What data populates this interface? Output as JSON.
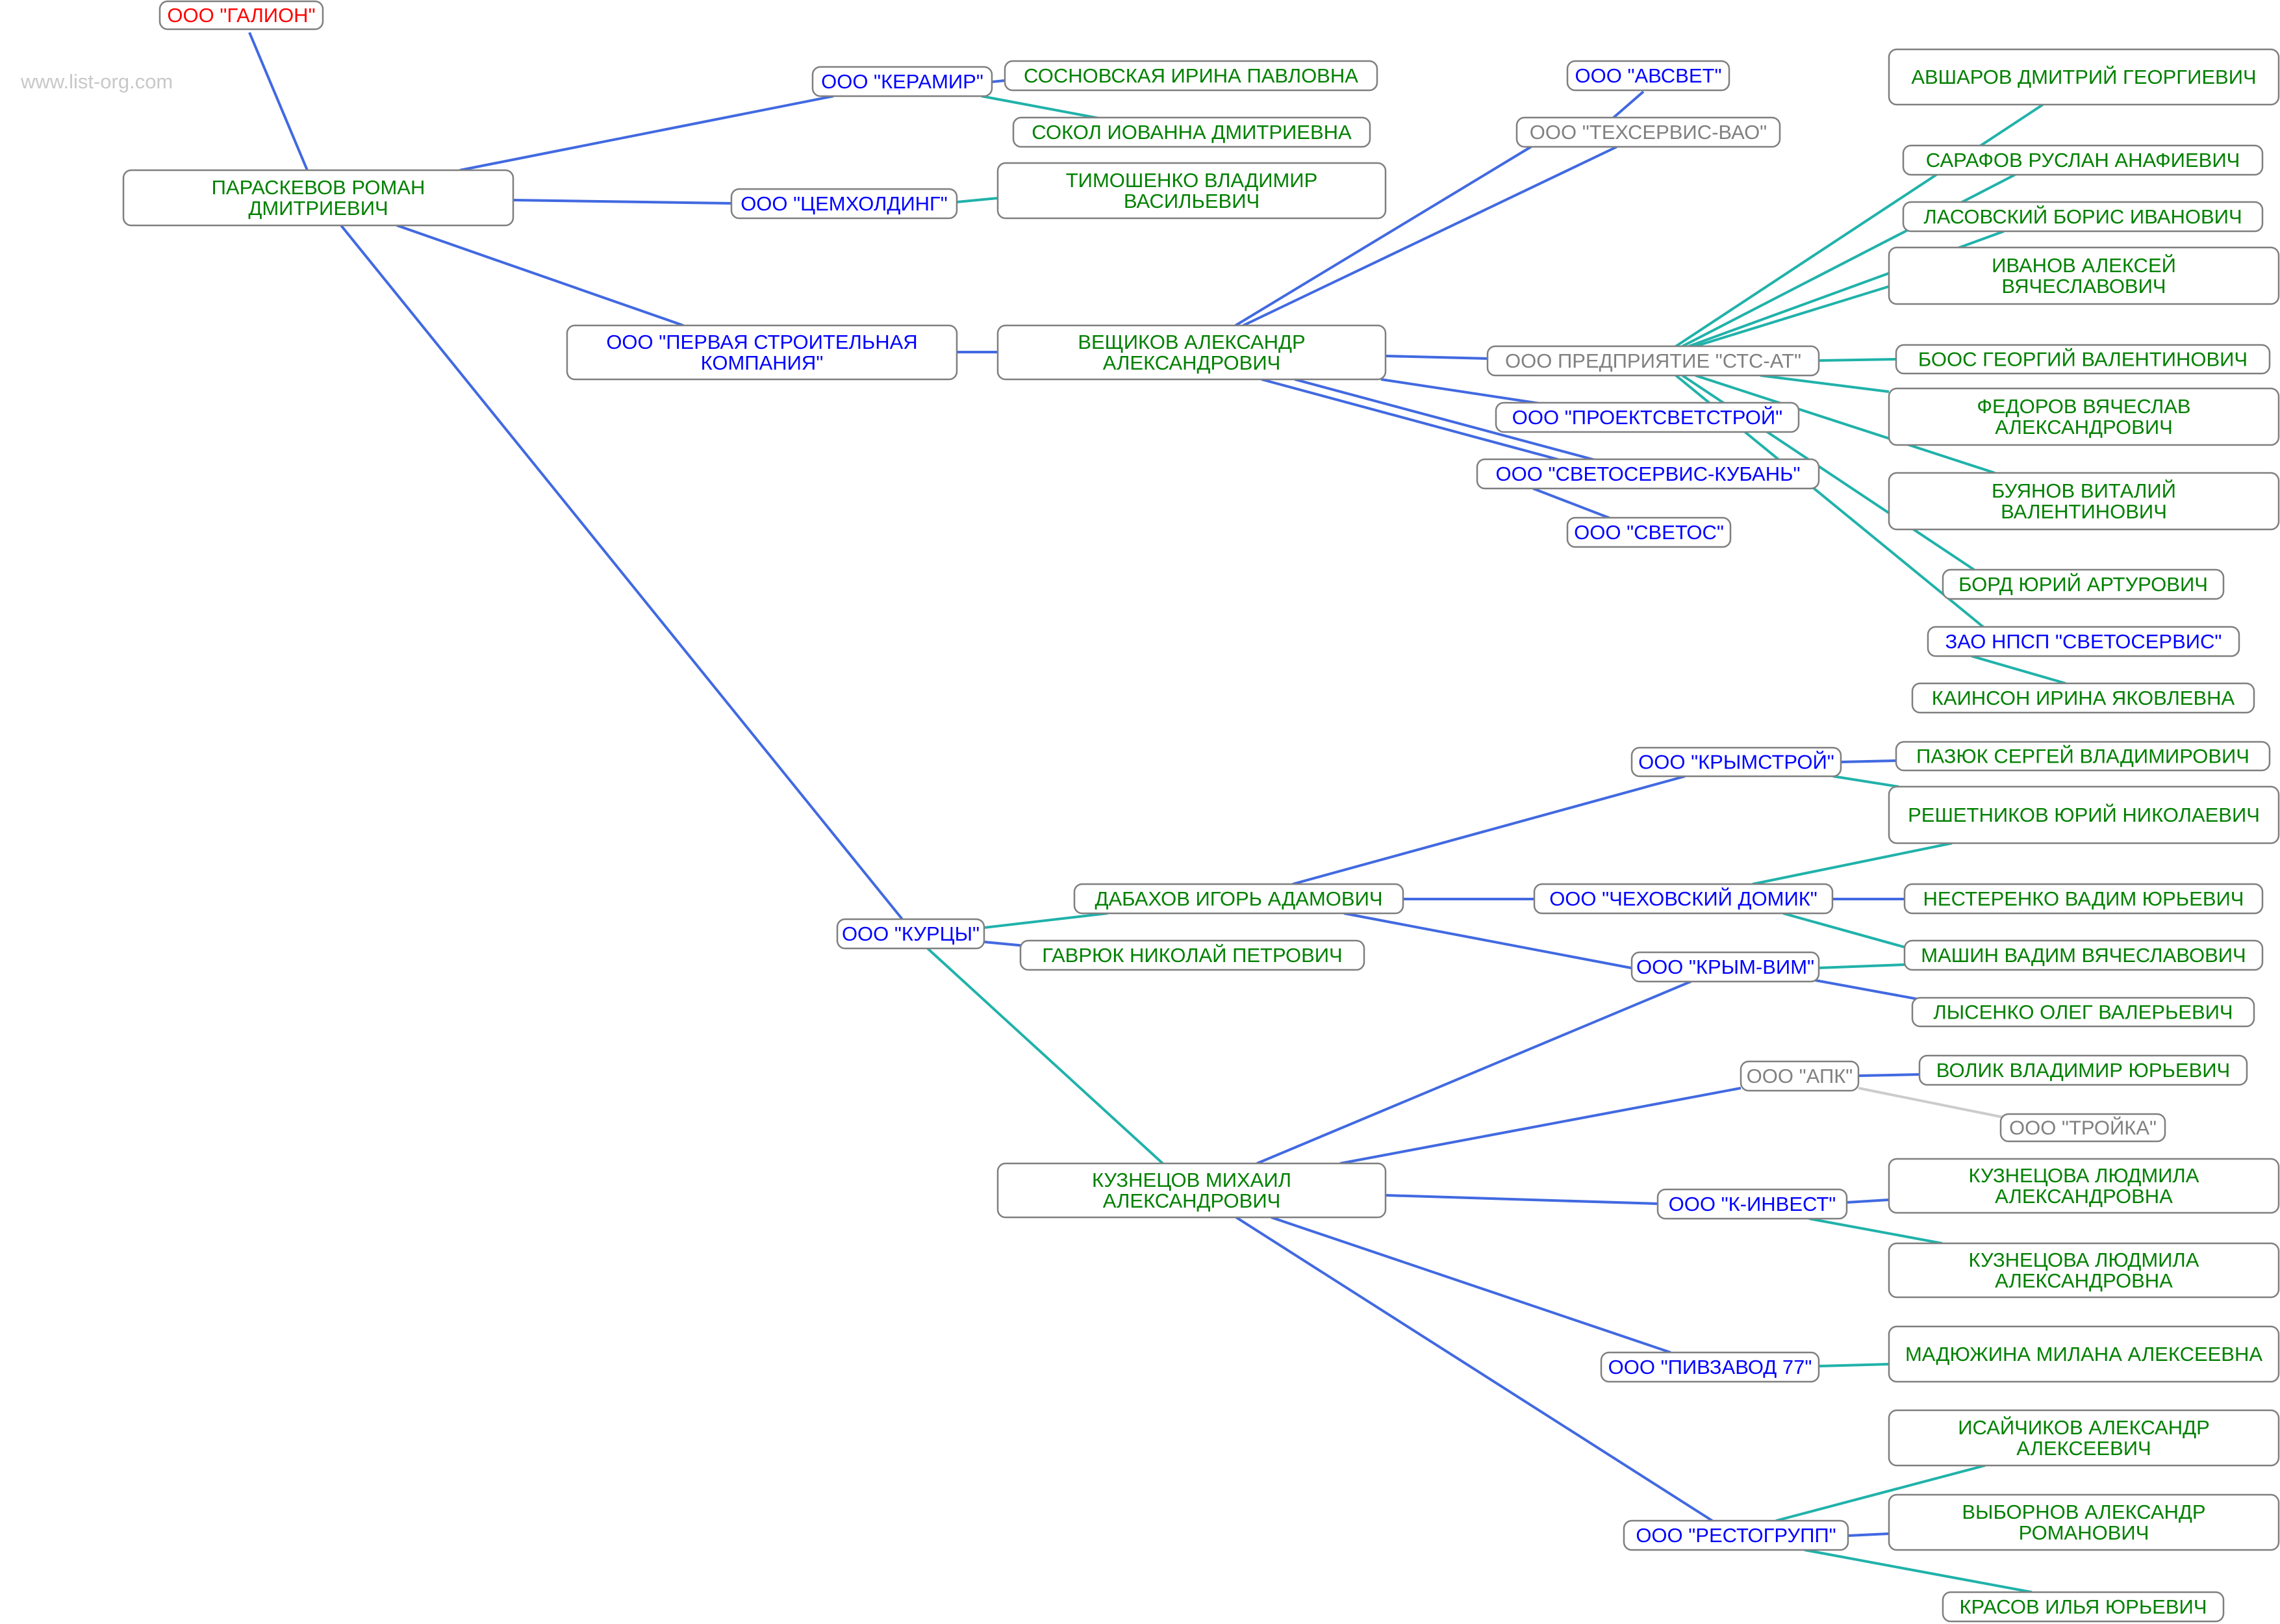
{
  "watermark": "www.list-org.com",
  "colors": {
    "person": "#008000",
    "company_active": "#0000ff",
    "company_inactive": "#808080",
    "company_root": "#ff0000",
    "edge_founder": "#4169e1",
    "edge_director": "#20b2aa",
    "edge_inactive": "#cccccc"
  },
  "nodes": [
    {
      "id": "galion",
      "kind": "company_root",
      "lines": [
        "ООО \"ГАЛИОН\""
      ]
    },
    {
      "id": "paraskevov",
      "kind": "person",
      "lines": [
        "ПАРАСКЕВОВ РОМАН",
        "ДМИТРИЕВИЧ"
      ]
    },
    {
      "id": "keramir",
      "kind": "company_active",
      "lines": [
        "ООО \"КЕРАМИР\""
      ]
    },
    {
      "id": "sosnovskaya",
      "kind": "person",
      "lines": [
        "СОСНОВСКАЯ ИРИНА ПАВЛОВНА"
      ]
    },
    {
      "id": "sokol",
      "kind": "person",
      "lines": [
        "СОКОЛ ИОВАННА ДМИТРИЕВНА"
      ]
    },
    {
      "id": "cemholding",
      "kind": "company_active",
      "lines": [
        "ООО \"ЦЕМХОЛДИНГ\""
      ]
    },
    {
      "id": "timoshenko",
      "kind": "person",
      "lines": [
        "ТИМОШЕНКО ВЛАДИМИР",
        "ВАСИЛЬЕВИЧ"
      ]
    },
    {
      "id": "pervaya",
      "kind": "company_active",
      "lines": [
        "ООО \"ПЕРВАЯ СТРОИТЕЛЬНАЯ",
        "КОМПАНИЯ\""
      ]
    },
    {
      "id": "veshchikov",
      "kind": "person",
      "lines": [
        "ВЕЩИКОВ АЛЕКСАНДР",
        "АЛЕКСАНДРОВИЧ"
      ]
    },
    {
      "id": "avsvet",
      "kind": "company_active",
      "lines": [
        "ООО \"АВСВЕТ\""
      ]
    },
    {
      "id": "tehservis",
      "kind": "company_inactive",
      "lines": [
        "ООО \"ТЕХСЕРВИС-ВАО\""
      ]
    },
    {
      "id": "stsat",
      "kind": "company_inactive",
      "lines": [
        "ООО ПРЕДПРИЯТИЕ \"СТС-АТ\""
      ]
    },
    {
      "id": "proektsvet",
      "kind": "company_active",
      "lines": [
        "ООО \"ПРОЕКТСВЕТСТРОЙ\""
      ]
    },
    {
      "id": "svetokuban",
      "kind": "company_active",
      "lines": [
        "ООО \"СВЕТОСЕРВИС-КУБАНЬ\""
      ]
    },
    {
      "id": "svetos",
      "kind": "company_active",
      "lines": [
        "ООО \"СВЕТОС\""
      ]
    },
    {
      "id": "avsharov",
      "kind": "person",
      "lines": [
        "АВШАРОВ ДМИТРИЙ ГЕОРГИЕВИЧ"
      ]
    },
    {
      "id": "sarafov",
      "kind": "person",
      "lines": [
        "САРАФОВ РУСЛАН АНАФИЕВИЧ"
      ]
    },
    {
      "id": "lasovsky",
      "kind": "person",
      "lines": [
        "ЛАСОВСКИЙ БОРИС ИВАНОВИЧ"
      ]
    },
    {
      "id": "ivanov",
      "kind": "person",
      "lines": [
        "ИВАНОВ АЛЕКСЕЙ",
        "ВЯЧЕСЛАВОВИЧ"
      ]
    },
    {
      "id": "boos",
      "kind": "person",
      "lines": [
        "БООС ГЕОРГИЙ ВАЛЕНТИНОВИЧ"
      ]
    },
    {
      "id": "fedorov",
      "kind": "person",
      "lines": [
        "ФЕДОРОВ ВЯЧЕСЛАВ",
        "АЛЕКСАНДРОВИЧ"
      ]
    },
    {
      "id": "buyanov",
      "kind": "person",
      "lines": [
        "БУЯНОВ ВИТАЛИЙ",
        "ВАЛЕНТИНОВИЧ"
      ]
    },
    {
      "id": "bord",
      "kind": "person",
      "lines": [
        "БОРД ЮРИЙ АРТУРОВИЧ"
      ]
    },
    {
      "id": "npsp",
      "kind": "company_active",
      "lines": [
        "ЗАО НПСП \"СВЕТОСЕРВИС\""
      ]
    },
    {
      "id": "kainson",
      "kind": "person",
      "lines": [
        "КАИНСОН ИРИНА ЯКОВЛЕВНА"
      ]
    },
    {
      "id": "krymstroy",
      "kind": "company_active",
      "lines": [
        "ООО \"КРЫМСТРОЙ\""
      ]
    },
    {
      "id": "pazyuk",
      "kind": "person",
      "lines": [
        "ПАЗЮК СЕРГЕЙ ВЛАДИМИРОВИЧ"
      ]
    },
    {
      "id": "reshetnikov",
      "kind": "person",
      "lines": [
        "РЕШЕТНИКОВ ЮРИЙ НИКОЛАЕВИЧ"
      ]
    },
    {
      "id": "chehovsky",
      "kind": "company_active",
      "lines": [
        "ООО \"ЧЕХОВСКИЙ ДОМИК\""
      ]
    },
    {
      "id": "nesterenko",
      "kind": "person",
      "lines": [
        "НЕСТЕРЕНКО ВАДИМ ЮРЬЕВИЧ"
      ]
    },
    {
      "id": "krymvim",
      "kind": "company_active",
      "lines": [
        "ООО \"КРЫМ-ВИМ\""
      ]
    },
    {
      "id": "mashin",
      "kind": "person",
      "lines": [
        "МАШИН ВАДИМ ВЯЧЕСЛАВОВИЧ"
      ]
    },
    {
      "id": "lysenko",
      "kind": "person",
      "lines": [
        "ЛЫСЕНКО ОЛЕГ ВАЛЕРЬЕВИЧ"
      ]
    },
    {
      "id": "apk",
      "kind": "company_inactive",
      "lines": [
        "ООО \"АПК\""
      ]
    },
    {
      "id": "volik",
      "kind": "person",
      "lines": [
        "ВОЛИК ВЛАДИМИР ЮРЬЕВИЧ"
      ]
    },
    {
      "id": "troyka",
      "kind": "company_inactive",
      "lines": [
        "ООО \"ТРОЙКА\""
      ]
    },
    {
      "id": "kinvest",
      "kind": "company_active",
      "lines": [
        "ООО \"К-ИНВЕСТ\""
      ]
    },
    {
      "id": "kuznetsova1",
      "kind": "person",
      "lines": [
        "КУЗНЕЦОВА ЛЮДМИЛА",
        "АЛЕКСАНДРОВНА"
      ]
    },
    {
      "id": "kuznetsova2",
      "kind": "person",
      "lines": [
        "КУЗНЕЦОВА ЛЮДМИЛА",
        "АЛЕКСАНДРОВНА"
      ]
    },
    {
      "id": "pivzavod",
      "kind": "company_active",
      "lines": [
        "ООО \"ПИВЗАВОД 77\""
      ]
    },
    {
      "id": "madyuzhina",
      "kind": "person",
      "lines": [
        "МАДЮЖИНА МИЛАНА АЛЕКСЕЕВНА"
      ]
    },
    {
      "id": "isaychikov",
      "kind": "person",
      "lines": [
        "ИСАЙЧИКОВ АЛЕКСАНДР",
        "АЛЕКСЕЕВИЧ"
      ]
    },
    {
      "id": "vybornov",
      "kind": "person",
      "lines": [
        "ВЫБОРНОВ АЛЕКСАНДР",
        "РОМАНОВИЧ"
      ]
    },
    {
      "id": "restogrupp",
      "kind": "company_active",
      "lines": [
        "ООО \"РЕСТОГРУПП\""
      ]
    },
    {
      "id": "krasov",
      "kind": "person",
      "lines": [
        "КРАСОВ ИЛЬЯ ЮРЬЕВИЧ"
      ]
    },
    {
      "id": "kurcy",
      "kind": "company_active",
      "lines": [
        "ООО \"КУРЦЫ\""
      ]
    },
    {
      "id": "dabahov",
      "kind": "person",
      "lines": [
        "ДАБАХОВ ИГОРЬ АДАМОВИЧ"
      ]
    },
    {
      "id": "gavryuk",
      "kind": "person",
      "lines": [
        "ГАВРЮК НИКОЛАЙ ПЕТРОВИЧ"
      ]
    },
    {
      "id": "kuznetsov",
      "kind": "person",
      "lines": [
        "КУЗНЕЦОВ МИХАИЛ",
        "АЛЕКСАНДРОВИЧ"
      ]
    }
  ],
  "edges": [
    {
      "from": "galion",
      "to": "paraskevov",
      "type": "founder"
    },
    {
      "from": "paraskevov",
      "to": "keramir",
      "type": "founder"
    },
    {
      "from": "paraskevov",
      "to": "cemholding",
      "type": "founder"
    },
    {
      "from": "paraskevov",
      "to": "pervaya",
      "type": "founder"
    },
    {
      "from": "paraskevov",
      "to": "kurcy",
      "type": "founder"
    },
    {
      "from": "keramir",
      "to": "sosnovskaya",
      "type": "founder"
    },
    {
      "from": "keramir",
      "to": "sokol",
      "type": "director"
    },
    {
      "from": "cemholding",
      "to": "timoshenko",
      "type": "director"
    },
    {
      "from": "pervaya",
      "to": "veshchikov",
      "type": "founder"
    },
    {
      "from": "veshchikov",
      "to": "tehservis",
      "type": "founder"
    },
    {
      "from": "veshchikov",
      "to": "tehservis",
      "type": "founder"
    },
    {
      "from": "veshchikov",
      "to": "stsat",
      "type": "founder"
    },
    {
      "from": "veshchikov",
      "to": "proektsvet",
      "type": "founder"
    },
    {
      "from": "veshchikov",
      "to": "svetokuban",
      "type": "founder"
    },
    {
      "from": "tehservis",
      "to": "avsvet",
      "type": "founder"
    },
    {
      "from": "svetokuban",
      "to": "svetos",
      "type": "founder"
    },
    {
      "from": "stsat",
      "to": "avsharov",
      "type": "director"
    },
    {
      "from": "stsat",
      "to": "sarafov",
      "type": "director"
    },
    {
      "from": "stsat",
      "to": "lasovsky",
      "type": "director"
    },
    {
      "from": "stsat",
      "to": "ivanov",
      "type": "director"
    },
    {
      "from": "stsat",
      "to": "boos",
      "type": "director"
    },
    {
      "from": "stsat",
      "to": "fedorov",
      "type": "director"
    },
    {
      "from": "stsat",
      "to": "buyanov",
      "type": "director"
    },
    {
      "from": "stsat",
      "to": "bord",
      "type": "director"
    },
    {
      "from": "stsat",
      "to": "npsp",
      "type": "director"
    },
    {
      "from": "stsat",
      "to": "kainson",
      "type": "director"
    },
    {
      "from": "kurcy",
      "to": "dabahov",
      "type": "director"
    },
    {
      "from": "kurcy",
      "to": "gavryuk",
      "type": "founder"
    },
    {
      "from": "kurcy",
      "to": "kuznetsov",
      "type": "director"
    },
    {
      "from": "dabahov",
      "to": "krymstroy",
      "type": "founder"
    },
    {
      "from": "dabahov",
      "to": "chehovsky",
      "type": "founder"
    },
    {
      "from": "dabahov",
      "to": "krymvim",
      "type": "founder"
    },
    {
      "from": "krymstroy",
      "to": "pazyuk",
      "type": "founder"
    },
    {
      "from": "krymstroy",
      "to": "reshetnikov",
      "type": "director"
    },
    {
      "from": "chehovsky",
      "to": "reshetnikov",
      "type": "director"
    },
    {
      "from": "chehovsky",
      "to": "nesterenko",
      "type": "founder"
    },
    {
      "from": "chehovsky",
      "to": "mashin",
      "type": "director"
    },
    {
      "from": "krymvim",
      "to": "mashin",
      "type": "director"
    },
    {
      "from": "krymvim",
      "to": "lysenko",
      "type": "founder"
    },
    {
      "from": "kuznetsov",
      "to": "krymvim",
      "type": "founder"
    },
    {
      "from": "kuznetsov",
      "to": "apk",
      "type": "founder"
    },
    {
      "from": "kuznetsov",
      "to": "kinvest",
      "type": "founder"
    },
    {
      "from": "kuznetsov",
      "to": "pivzavod",
      "type": "founder"
    },
    {
      "from": "kuznetsov",
      "to": "restogrupp",
      "type": "founder"
    },
    {
      "from": "apk",
      "to": "volik",
      "type": "founder"
    },
    {
      "from": "apk",
      "to": "troyka",
      "type": "inactive"
    },
    {
      "from": "kinvest",
      "to": "kuznetsova1",
      "type": "founder"
    },
    {
      "from": "kinvest",
      "to": "kuznetsova2",
      "type": "director"
    },
    {
      "from": "pivzavod",
      "to": "madyuzhina",
      "type": "director"
    },
    {
      "from": "restogrupp",
      "to": "isaychikov",
      "type": "director"
    },
    {
      "from": "restogrupp",
      "to": "vybornov",
      "type": "founder"
    },
    {
      "from": "restogrupp",
      "to": "krasov",
      "type": "director"
    }
  ]
}
